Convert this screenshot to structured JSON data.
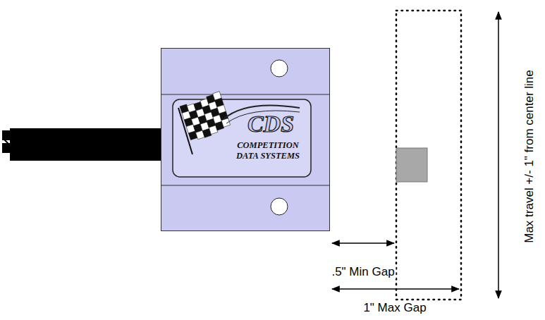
{
  "diagram": {
    "nodes": [
      {
        "text": [
          "CDS",
          "COMPETITION DATA SYSTEMS"
        ]
      }
    ],
    "labels": [
      ".5\" Min Gap",
      "1\" Max Gap",
      "Max travel +/- 1\" from center line"
    ]
  }
}
